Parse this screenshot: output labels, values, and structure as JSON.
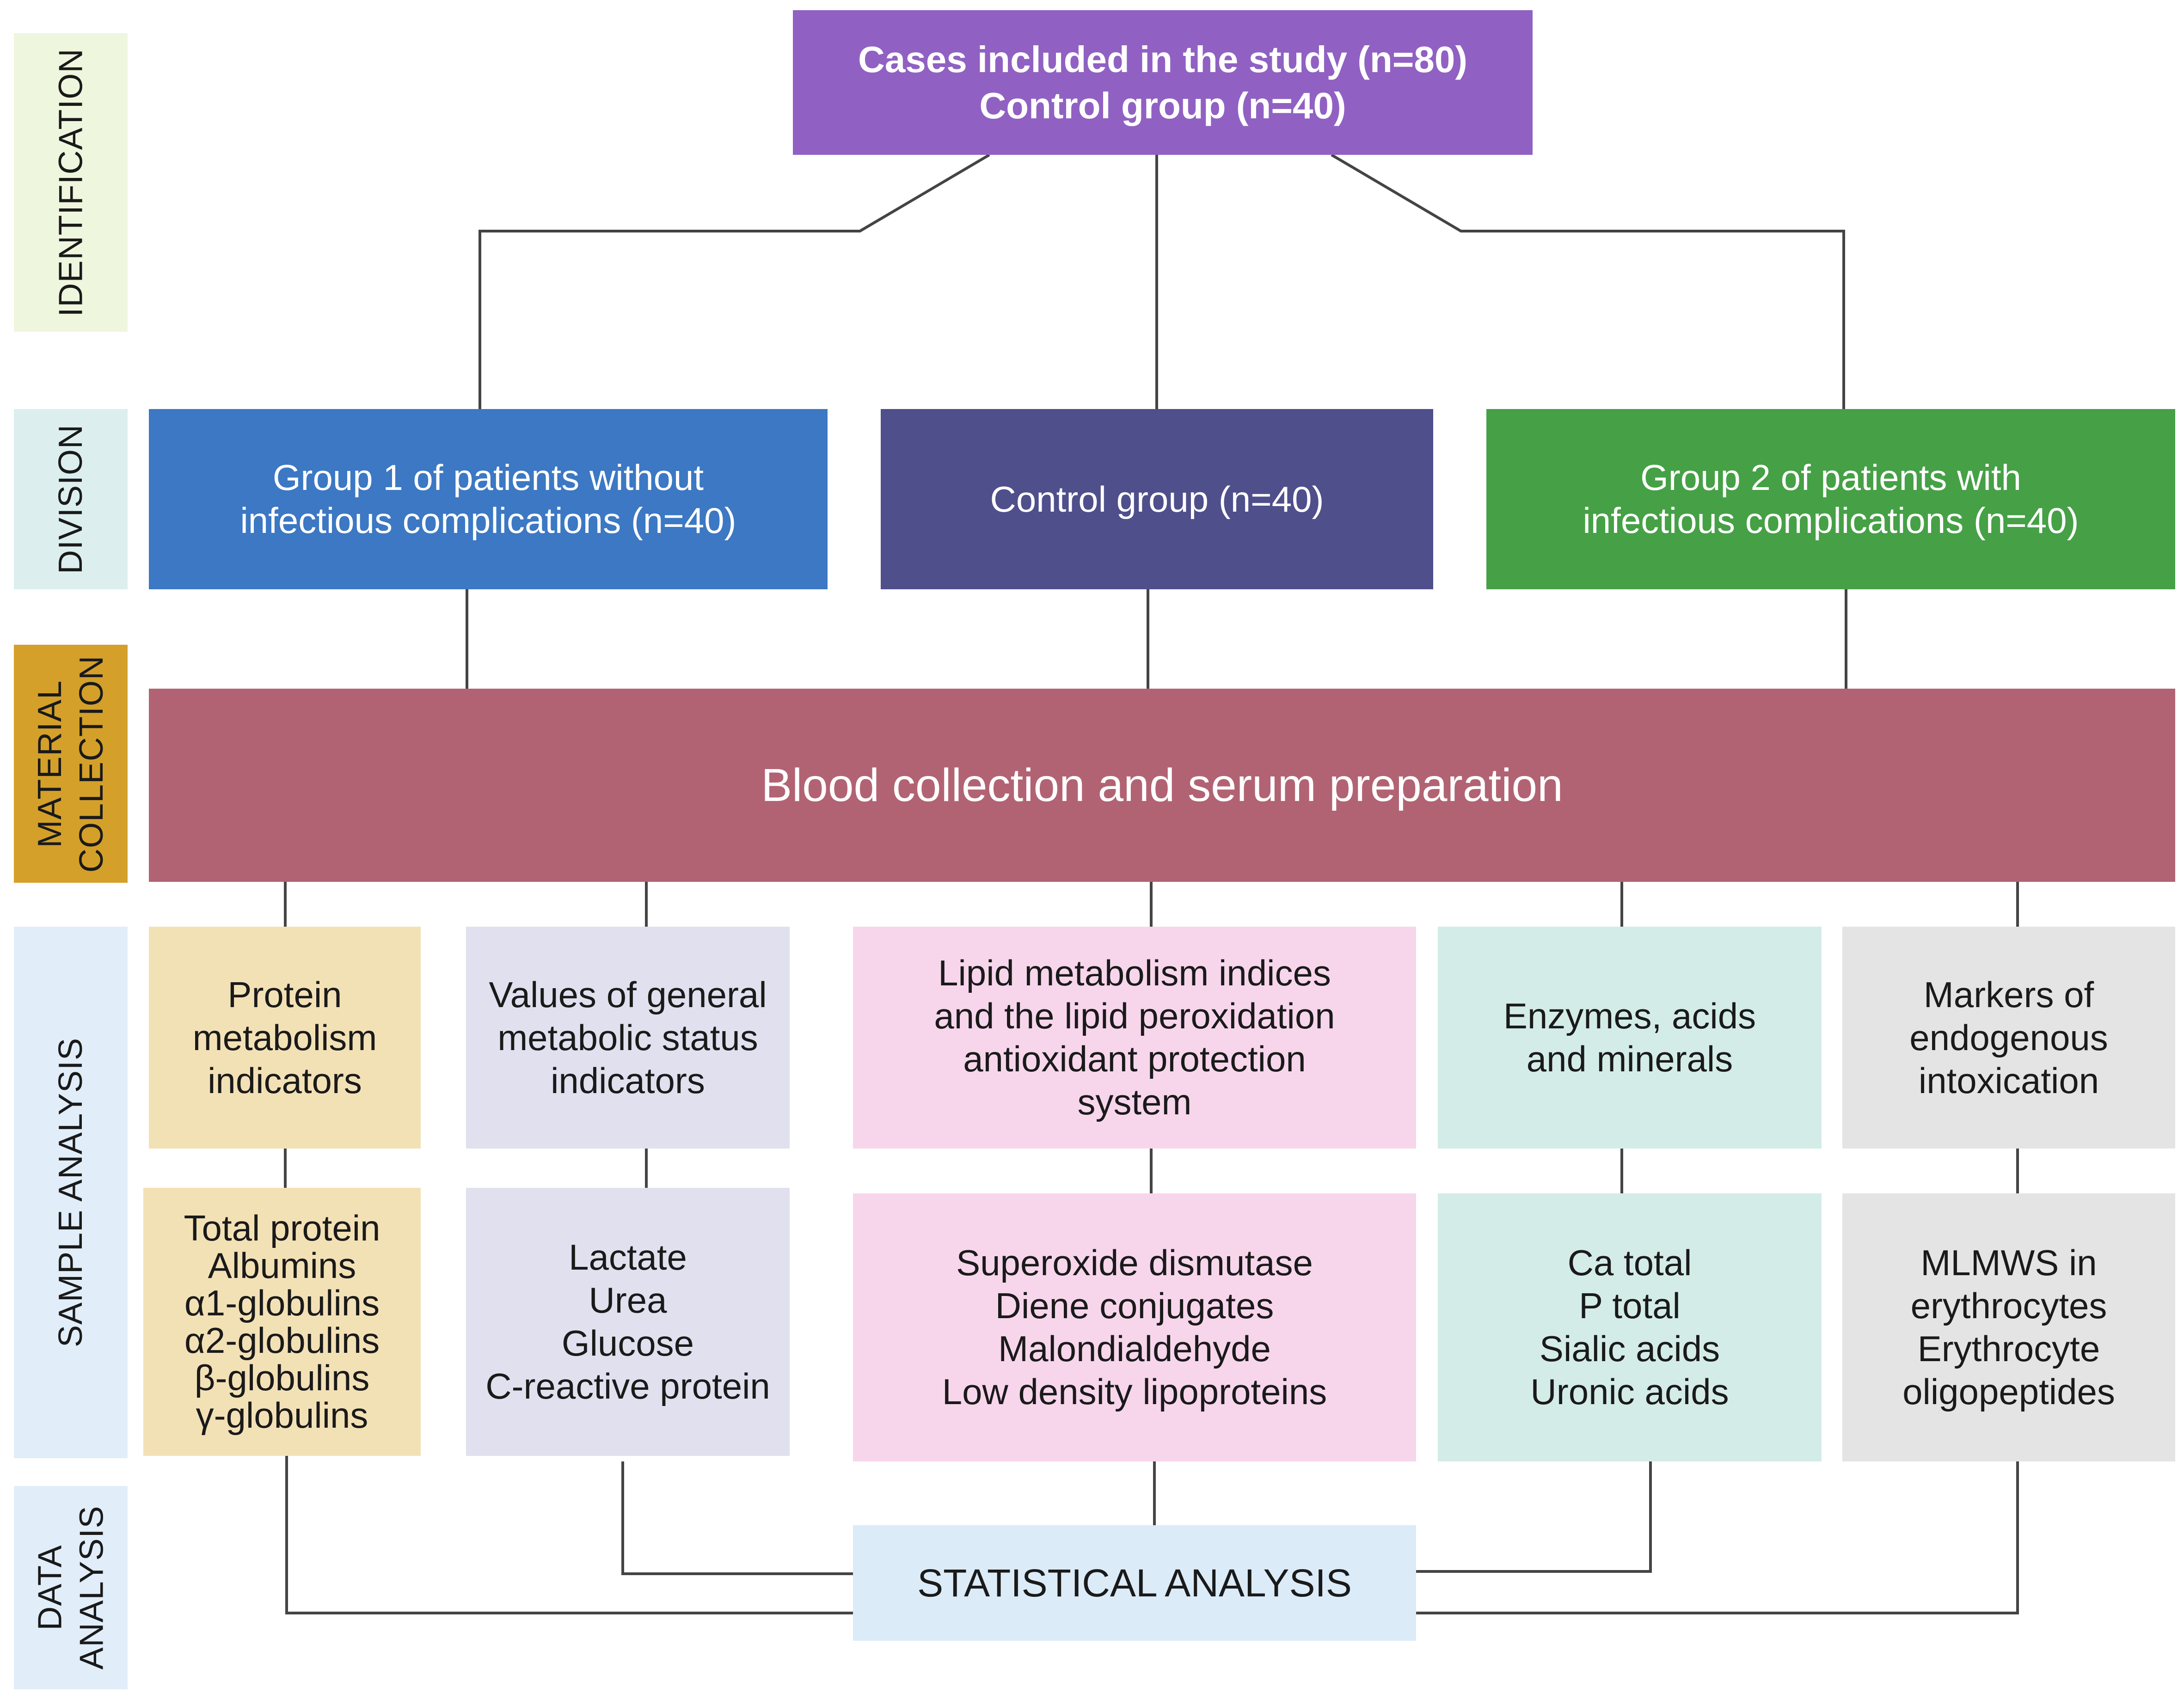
{
  "stages": [
    {
      "id": "identification",
      "label": "IDENTIFICATION",
      "color": "#eef6dd"
    },
    {
      "id": "division",
      "label": "DIVISION",
      "color": "#dcefee"
    },
    {
      "id": "material-collection",
      "label": "MATERIAL\nCOLLECTION",
      "color": "#d4a02a"
    },
    {
      "id": "sample-analysis",
      "label": "SAMPLE ANALYSIS",
      "color": "#e1edf9"
    },
    {
      "id": "data-analysis",
      "label": "DATA\nANALYSIS",
      "color": "#e1edf9"
    }
  ],
  "boxes": {
    "cases": {
      "text": "Cases included in the study (n=80)\nControl group (n=40)",
      "color": "#9061c2",
      "text_color": "#ffffff",
      "bold": true
    },
    "group1": {
      "text": "Group 1 of patients without\ninfectious complications (n=40)",
      "color": "#3c78c3",
      "text_color": "#ffffff"
    },
    "control": {
      "text": "Control group (n=40)",
      "color": "#4f4f8c",
      "text_color": "#ffffff"
    },
    "group2": {
      "text": "Group 2 of patients with\ninfectious complications (n=40)",
      "color": "#46a046",
      "text_color": "#ffffff"
    },
    "blood": {
      "text": "Blood collection and serum preparation",
      "color": "#b26373",
      "text_color": "#ffffff"
    },
    "protein_head": {
      "text": "Protein\nmetabolism\nindicators",
      "color": "#f3e1b6",
      "text_color": "#1a1a1a"
    },
    "general_head": {
      "text": "Values of general\nmetabolic status\nindicators",
      "color": "#e0e0ef",
      "text_color": "#1a1a1a"
    },
    "lipid_head": {
      "text": "Lipid metabolism indices\nand the lipid peroxidation\nantioxidant protection\nsystem",
      "color": "#f7d6ec",
      "text_color": "#1a1a1a"
    },
    "enzymes_head": {
      "text": "Enzymes, acids\nand minerals",
      "color": "#d3ece8",
      "text_color": "#1a1a1a"
    },
    "markers_head": {
      "text": "Markers of\nendogenous\nintoxication",
      "color": "#e4e4e4",
      "text_color": "#1a1a1a"
    },
    "protein_items": {
      "text": "Total protein\nAlbumins\nα1-globulins\nα2-globulins\nβ-globulins\nγ-globulins",
      "color": "#f3e1b6",
      "text_color": "#1a1a1a"
    },
    "general_items": {
      "text": "Lactate\nUrea\nGlucose\nC-reactive protein",
      "color": "#e0e0ef",
      "text_color": "#1a1a1a"
    },
    "lipid_items": {
      "text": "Superoxide dismutase\nDiene conjugates\nMalondialdehyde\nLow density lipoproteins",
      "color": "#f7d6ec",
      "text_color": "#1a1a1a"
    },
    "enzymes_items": {
      "text": "Ca total\nP total\nSialic acids\nUronic acids",
      "color": "#d3ece8",
      "text_color": "#1a1a1a"
    },
    "markers_items": {
      "text": "MLMWS in\nerythrocytes\nErythrocyte\noligopeptides",
      "color": "#e4e4e4",
      "text_color": "#1a1a1a"
    },
    "stats": {
      "text": "STATISTICAL ANALYSIS",
      "color": "#dcebf8",
      "text_color": "#1a1a1a"
    }
  },
  "connector_color": "#444444"
}
